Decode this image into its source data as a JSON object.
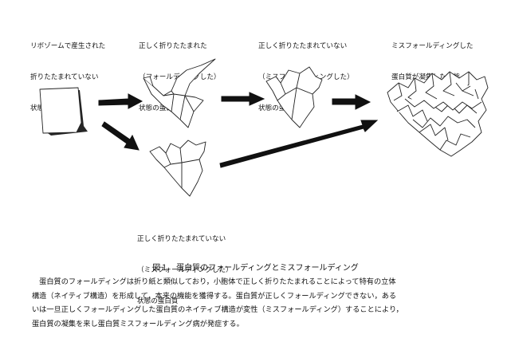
{
  "labels": {
    "stage1": [
      "リボゾームで産生された",
      "折りたたまれていない",
      "状態の蛋白質"
    ],
    "stage2": [
      "正しく折りたたまれた",
      "（フォールディングした）",
      "状態の蛋白質"
    ],
    "stage3": [
      "正しく折りたたまれていない",
      "（ミスフォールディングした）",
      "状態の蛋白質"
    ],
    "stage4": [
      "ミスフォールディングした",
      "蛋白質が凝集した状態"
    ],
    "stage5": [
      "正しく折りたたまれていない",
      "（ミスフォールディングした）",
      "状態の蛋白質"
    ]
  },
  "caption": {
    "title": "図１　蛋白質のフォールディングとミスフォールディング",
    "lines": [
      "　蛋白質のフォールディングは折り紙と類似しており，小胞体で正しく折りたたまれることによって特有の立体",
      "構造（ネイティブ構造）を形成して，本来の機能を獲得する。蛋白質が正しくフォールディングできない，ある",
      "いは一旦正しくフォールディングした蛋白質のネイティブ構造が変性（ミスフォールディング）することにより，",
      "蛋白質の凝集を来し蛋白質ミスフォールディング病が発症する。"
    ]
  },
  "colors": {
    "ink": "#111111",
    "paper": "#ffffff"
  }
}
